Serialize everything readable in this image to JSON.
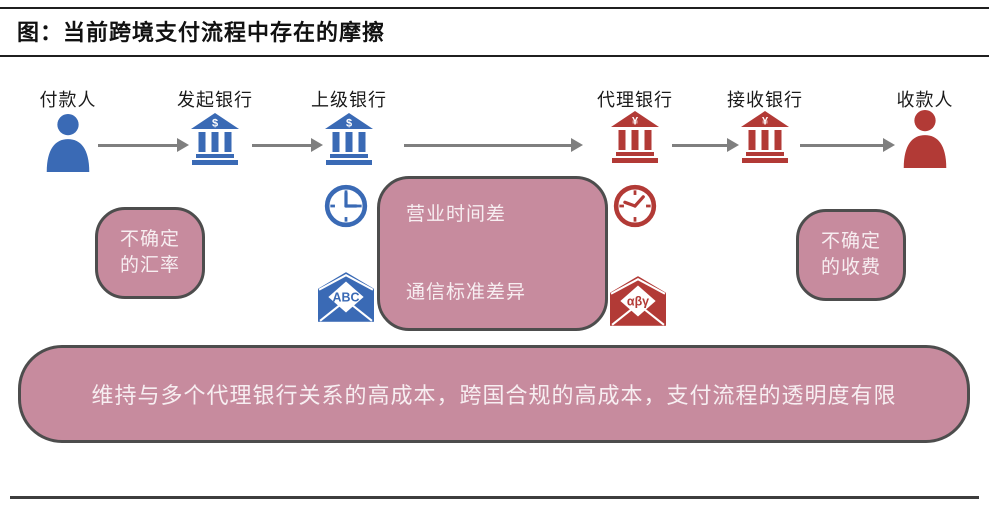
{
  "page": {
    "title": "图：当前跨境支付流程中存在的摩擦"
  },
  "flow": {
    "nodes": [
      {
        "label": "付款人",
        "type": "person",
        "color": "blue"
      },
      {
        "label": "发起银行",
        "type": "bank",
        "color": "blue",
        "symbol": "$"
      },
      {
        "label": "上级银行",
        "type": "bank",
        "color": "blue",
        "symbol": "$"
      },
      {
        "label": "代理银行",
        "type": "bank",
        "color": "red",
        "symbol": "¥"
      },
      {
        "label": "接收银行",
        "type": "bank",
        "color": "red",
        "symbol": "¥"
      },
      {
        "label": "收款人",
        "type": "person",
        "color": "red"
      }
    ]
  },
  "frictions": {
    "exchange_rate": {
      "line1": "不确定",
      "line2": "的汇率"
    },
    "middle": {
      "line1": "营业时间差",
      "line2": "通信标准差异"
    },
    "fees": {
      "line1": "不确定",
      "line2": "的收费"
    },
    "bottom": "维持与多个代理银行关系的高成本，跨国合规的高成本，支付流程的透明度有限"
  },
  "icons": {
    "blue_envelope_label": "ABC",
    "red_envelope_label": "αβγ"
  },
  "colors": {
    "blue": "#3a6ab5",
    "red": "#b23a36",
    "box_fill": "#c78b9e",
    "box_border": "#4d4d4d",
    "box_text": "#f7eef1",
    "arrow": "#7f7f7f"
  }
}
